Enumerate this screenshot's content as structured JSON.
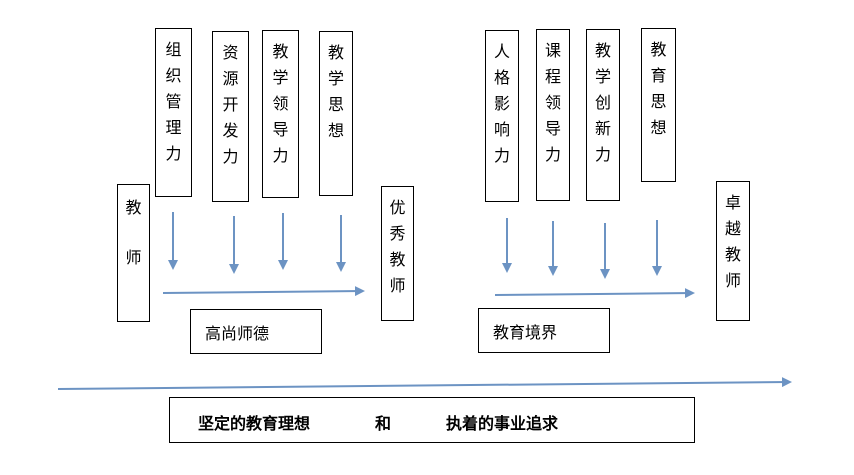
{
  "left": {
    "top_boxes": [
      {
        "label": "组织管理力"
      },
      {
        "label": "资源开发力"
      },
      {
        "label": "教学领导力"
      },
      {
        "label": "教学思想"
      }
    ],
    "start": "教师",
    "end": "优秀教师",
    "bottom": "高尚师德"
  },
  "right": {
    "top_boxes": [
      {
        "label": "人格影响力"
      },
      {
        "label": "课程领导力"
      },
      {
        "label": "教学创新力"
      },
      {
        "label": "教育思想"
      }
    ],
    "end": "卓越教师",
    "bottom": "教育境界"
  },
  "foundation": {
    "part1": "坚定的教育理想",
    "part2": "和",
    "part3": "执着的事业追求"
  },
  "colors": {
    "arrow": "#6c93c3",
    "border": "#000000"
  }
}
